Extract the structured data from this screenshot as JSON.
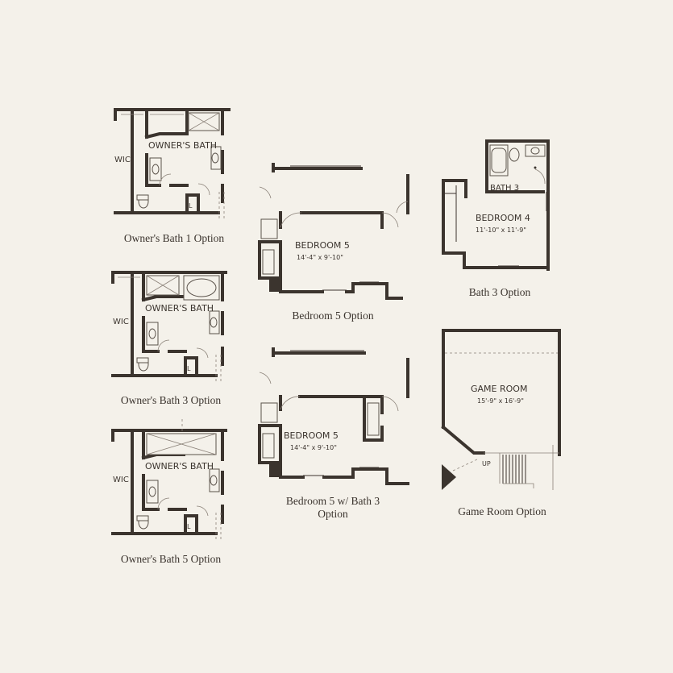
{
  "options": [
    {
      "id": "owners-bath-1",
      "caption": "Owner's Bath 1 Option",
      "room": "OWNER'S BATH",
      "closet": "WIC",
      "laundry": "L"
    },
    {
      "id": "owners-bath-3",
      "caption": "Owner's Bath 3 Option",
      "room": "OWNER'S BATH",
      "closet": "WIC",
      "laundry": "L"
    },
    {
      "id": "owners-bath-5",
      "caption": "Owner's Bath 5 Option",
      "room": "OWNER'S BATH",
      "closet": "WIC",
      "laundry": "L"
    },
    {
      "id": "bedroom-5",
      "caption": "Bedroom 5 Option",
      "room": "BEDROOM 5",
      "dims": "14'-4\" x 9'-10\""
    },
    {
      "id": "bedroom-5-bath-3",
      "caption_line1": "Bedroom 5 w/ Bath 3",
      "caption_line2": "Option",
      "room": "BEDROOM 5",
      "dims": "14'-4\" x 9'-10\""
    },
    {
      "id": "bath-3",
      "caption": "Bath 3 Option",
      "room": "BEDROOM 4",
      "dims": "11'-10\" x 11'-9\"",
      "bath": "BATH 3"
    },
    {
      "id": "game-room",
      "caption": "Game Room Option",
      "room": "GAME ROOM",
      "dims": "15'-9\" x 16'-9\"",
      "stair": "UP"
    }
  ]
}
